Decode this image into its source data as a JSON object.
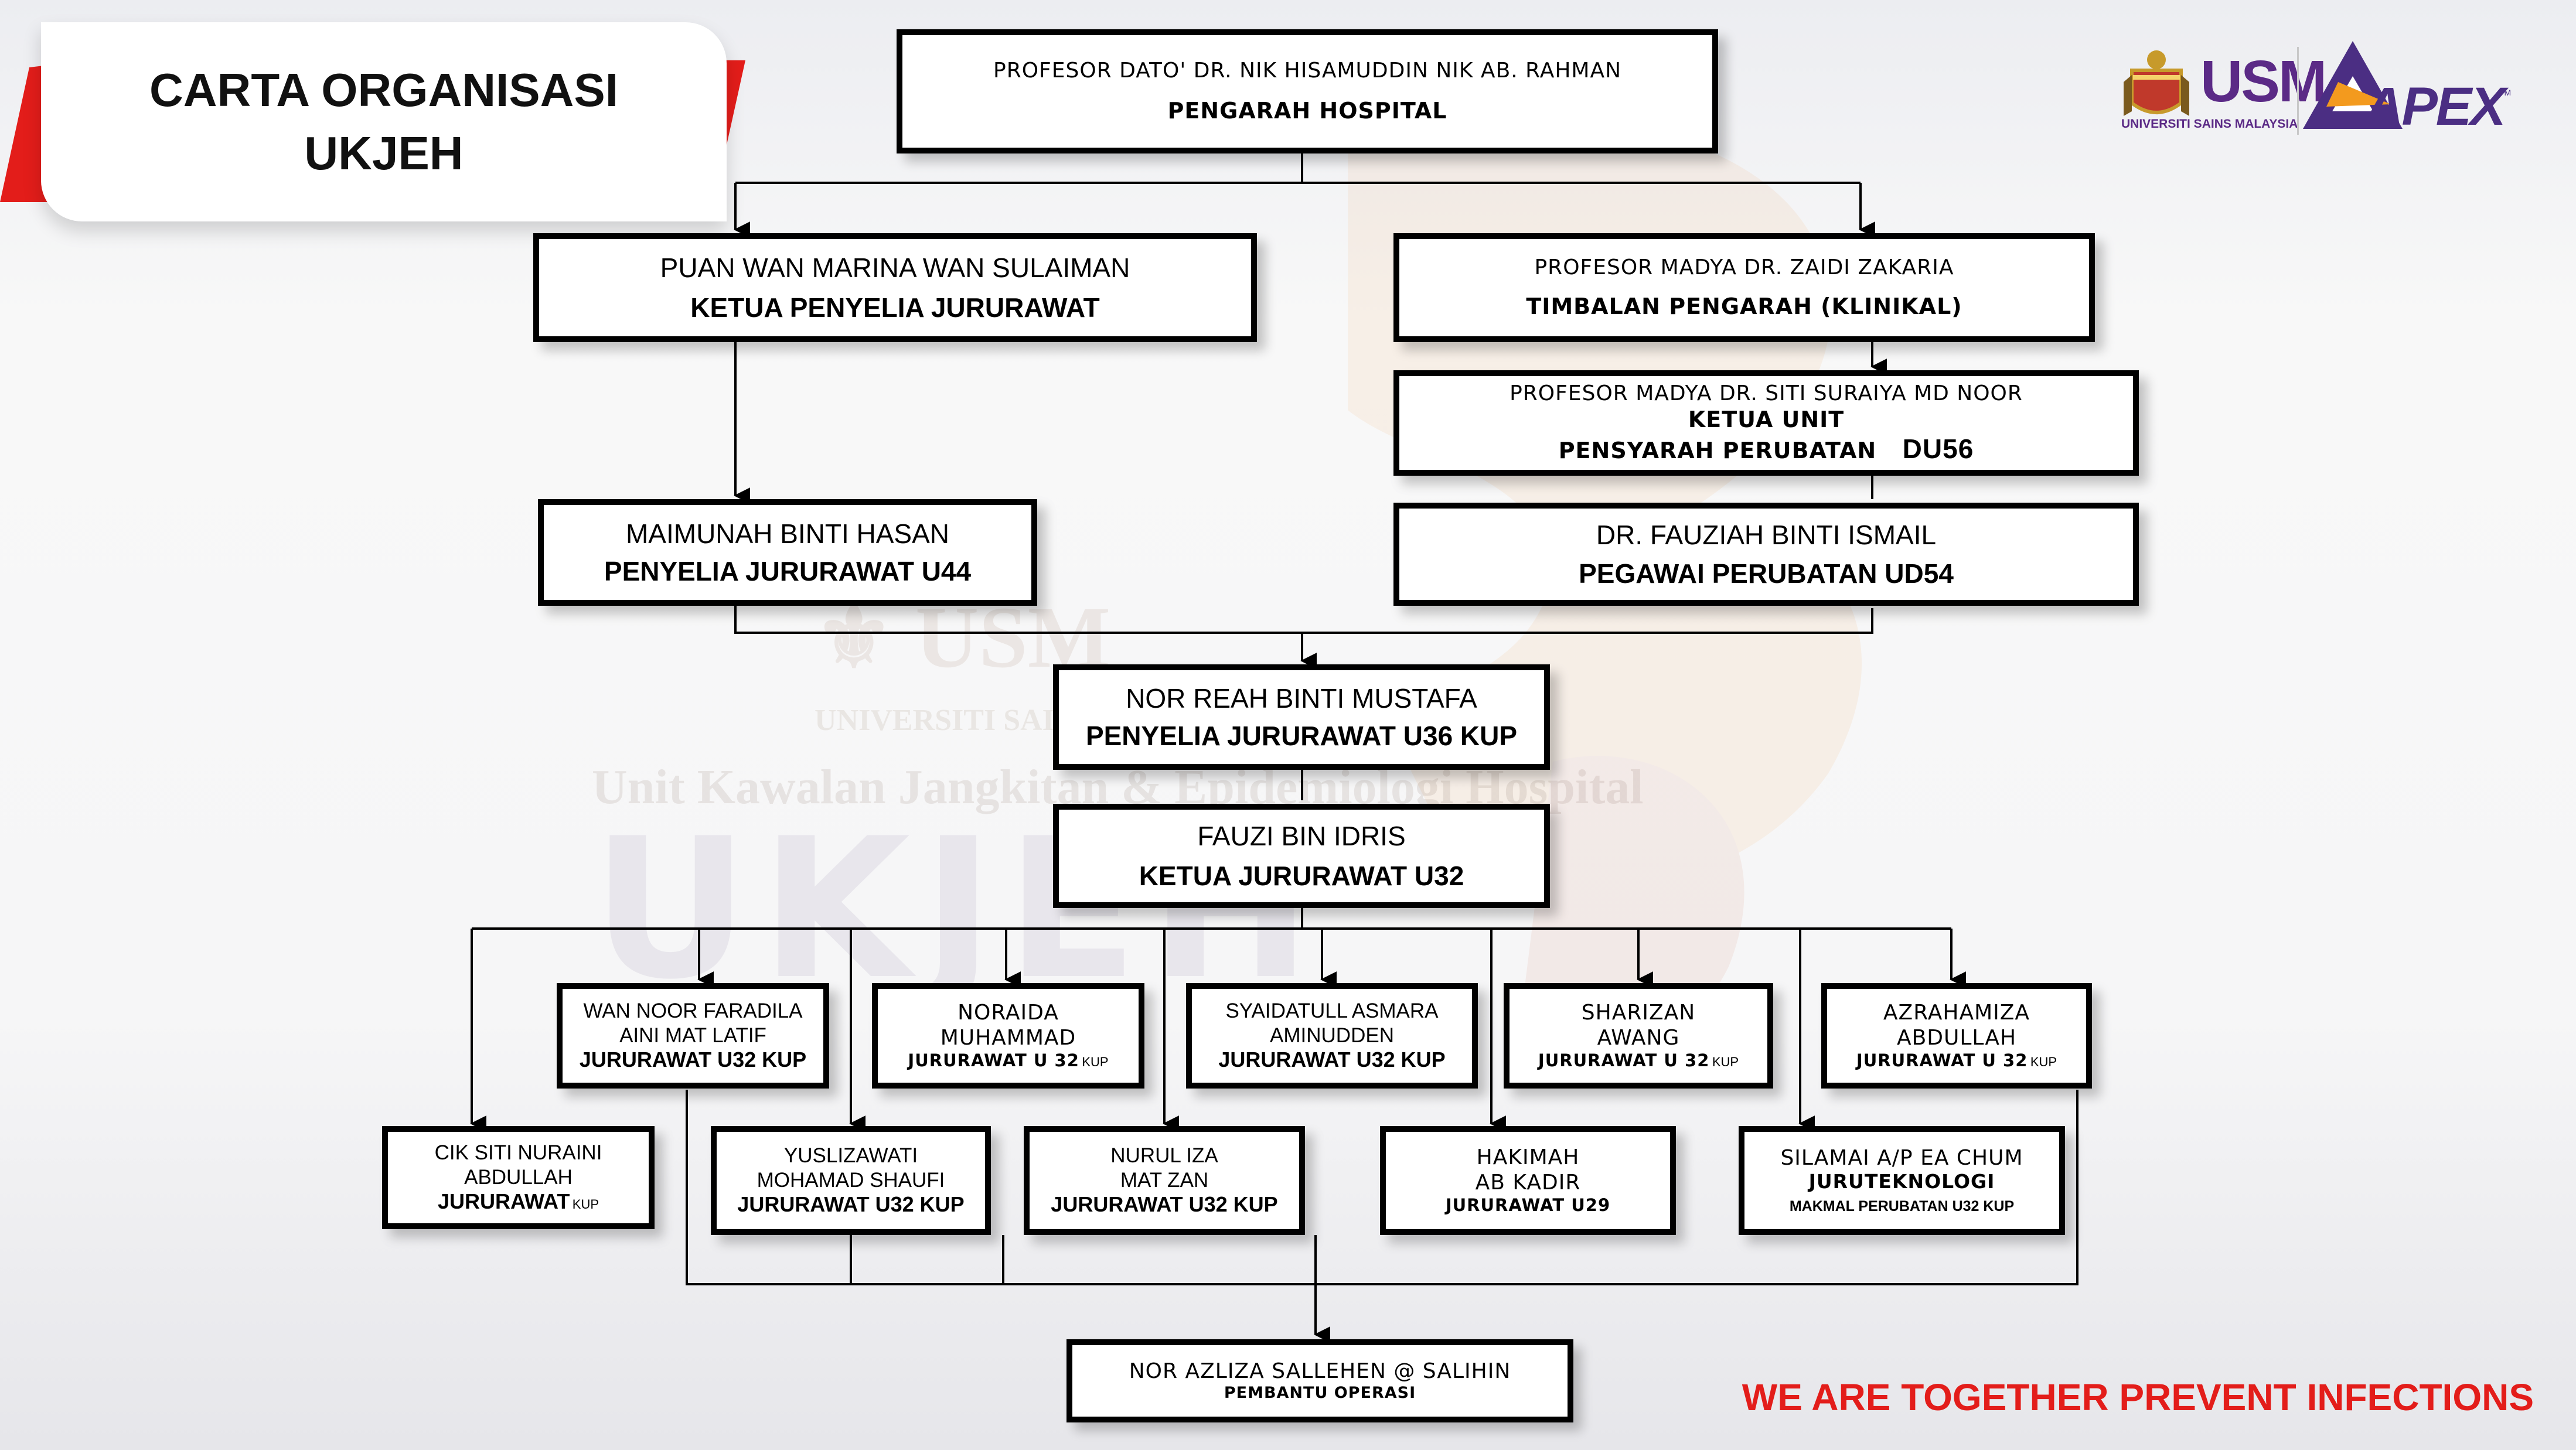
{
  "title": {
    "line1": "CARTA ORGANISASI",
    "line2": "UKJEH"
  },
  "logos": {
    "usm_name": "USM",
    "usm_caption": "UNIVERSITI SAINS MALAYSIA",
    "apex_name": "APEX",
    "apex_mark": "TM"
  },
  "watermark": {
    "usm_caption": "UNIVERSITI SAINS MALAYSIA",
    "unit_name": "Unit Kawalan Jangkitan & Epidemiologi Hospital",
    "acronym": "UKJEH"
  },
  "tagline": "WE ARE TOGETHER PREVENT INFECTIONS",
  "org": {
    "director": {
      "name": "PROFESOR DATO' DR. NIK HISAMUDDIN NIK AB. RAHMAN",
      "role": "PENGARAH HOSPITAL"
    },
    "nursing_head": {
      "name": "PUAN WAN MARINA WAN SULAIMAN",
      "role": "KETUA PENYELIA JURURAWAT"
    },
    "deputy_director": {
      "name": "PROFESOR MADYA DR. ZAIDI ZAKARIA",
      "role": "TIMBALAN PENGARAH (KLINIKAL)"
    },
    "unit_head": {
      "name": "PROFESOR MADYA DR. SITI SURAIYA MD NOOR",
      "role": "KETUA UNIT",
      "role2": "PENSYARAH PERUBATAN",
      "grade": "DU56"
    },
    "nurse_supervisor": {
      "name": "MAIMUNAH BINTI HASAN",
      "role": "PENYELIA JURURAWAT U44"
    },
    "medical_officer": {
      "name": "DR. FAUZIAH BINTI ISMAIL",
      "role": "PEGAWAI PERUBATAN UD54"
    },
    "supervisor_u36": {
      "name": "NOR REAH BINTI MUSTAFA",
      "role": "PENYELIA JURURAWAT U36 KUP"
    },
    "head_nurse": {
      "name": "FAUZI BIN IDRIS",
      "role": "KETUA JURURAWAT U32"
    },
    "staff_top": [
      {
        "name1": "WAN NOOR FARADILA",
        "name2": "AINI MAT LATIF",
        "role": "JURURAWAT U32 KUP",
        "sub": ""
      },
      {
        "name1": "NORAIDA",
        "name2": "MUHAMMAD",
        "role": "JURURAWAT U 32",
        "sub": "KUP"
      },
      {
        "name1": "SYAIDATULL ASMARA",
        "name2": "AMINUDDEN",
        "role": "JURURAWAT U32 KUP",
        "sub": ""
      },
      {
        "name1": "SHARIZAN",
        "name2": "AWANG",
        "role": "JURURAWAT U 32",
        "sub": "KUP"
      },
      {
        "name1": "AZRAHAMIZA",
        "name2": "ABDULLAH",
        "role": "JURURAWAT U 32",
        "sub": "KUP"
      }
    ],
    "staff_bottom": [
      {
        "name1": "CIK SITI NURAINI",
        "name2": "ABDULLAH",
        "role": "JURURAWAT",
        "sub": "KUP"
      },
      {
        "name1": "YUSLIZAWATI",
        "name2": "MOHAMAD SHAUFI",
        "role": "JURURAWAT U32 KUP",
        "sub": ""
      },
      {
        "name1": "NURUL IZA",
        "name2": "MAT ZAN",
        "role": "JURURAWAT U32 KUP",
        "sub": ""
      },
      {
        "name1": "HAKIMAH",
        "name2": "AB KADIR",
        "role": "JURURAWAT U29",
        "sub": ""
      },
      {
        "name1": "SILAMAI A/P EA CHUM",
        "name2": "JURUTEKNOLOGI",
        "role": "MAKMAL PERUBATAN U32 KUP",
        "sub": ""
      }
    ],
    "operations": {
      "name": "NOR AZLIZA SALLEHEN @ SALIHIN",
      "role": "PEMBANTU OPERASI"
    }
  },
  "colors": {
    "accent_red": "#e31d1a",
    "apex_purple": "#4b2e83",
    "apex_orange": "#f39a1e",
    "usm_purple": "#5b2a86",
    "usm_gold": "#c79a2b"
  }
}
